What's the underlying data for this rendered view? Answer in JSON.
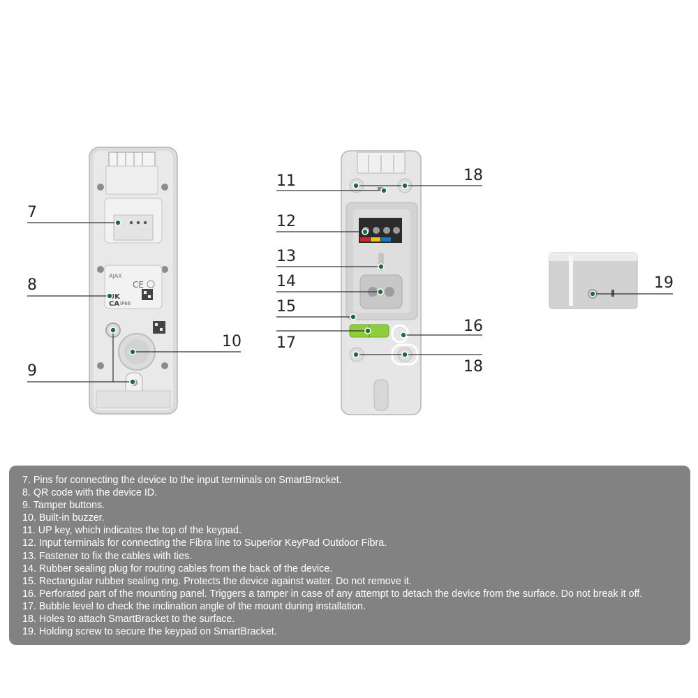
{
  "callouts": [
    {
      "id": "7",
      "label": "7"
    },
    {
      "id": "8",
      "label": "8"
    },
    {
      "id": "9",
      "label": "9"
    },
    {
      "id": "10",
      "label": "10"
    },
    {
      "id": "11",
      "label": "11"
    },
    {
      "id": "12",
      "label": "12"
    },
    {
      "id": "13",
      "label": "13"
    },
    {
      "id": "14",
      "label": "14"
    },
    {
      "id": "15",
      "label": "15"
    },
    {
      "id": "16",
      "label": "16"
    },
    {
      "id": "17",
      "label": "17"
    },
    {
      "id": "18a",
      "label": "18"
    },
    {
      "id": "18b",
      "label": "18"
    },
    {
      "id": "19",
      "label": "19"
    }
  ],
  "device_markings": {
    "brand": "AJAX",
    "ce": "CE",
    "ukca_top": "UK",
    "ukca_bottom": "CA",
    "ip_rating": "IP66"
  },
  "legend": [
    "7. Pins for connecting the device to the input terminals on SmartBracket.",
    "8. QR code with the device ID.",
    "9. Tamper buttons.",
    "10. Built-in buzzer.",
    "11. UP key, which indicates the top of the keypad.",
    "12. Input terminals for connecting the Fibra line to Superior KeyPad Outdoor Fibra.",
    "13. Fastener to fix the cables with ties.",
    "14. Rubber sealing plug for routing cables from the back of the device.",
    "15. Rectangular rubber sealing ring. Protects the device against water. Do not remove it.",
    "16. Perforated part of the mounting panel. Triggers a tamper in case of any attempt to detach the device from the surface. Do not break it off.",
    "17. Bubble level to check the inclination angle of the mount during installation.",
    "18. Holes to attach SmartBracket to the surface.",
    "19. Holding screw to secure the keypad on SmartBracket."
  ],
  "colors": {
    "legend_bg": "#828282",
    "marker": "#1e6b3a",
    "device_body": "#e6e6e6",
    "bubble_level": "#8fce3a"
  }
}
